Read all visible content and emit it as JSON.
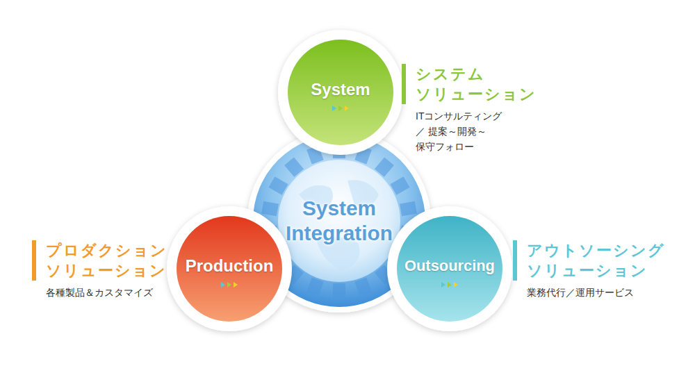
{
  "diagram": {
    "nodes": [
      {
        "text": [
          "System",
          "システム ソリューション",
          "ITコンサルティング／ 提案～開発～保守フォロー"
        ]
      },
      {
        "text": [
          "System Integration"
        ]
      },
      {
        "text": [
          "Production",
          "プロダクション ソリューション",
          "各種製品＆カスタマイズ"
        ]
      },
      {
        "text": [
          "Outsourcing",
          "アウトソーシング ソリューション",
          "業務代行／運用サービス"
        ]
      }
    ]
  }
}
